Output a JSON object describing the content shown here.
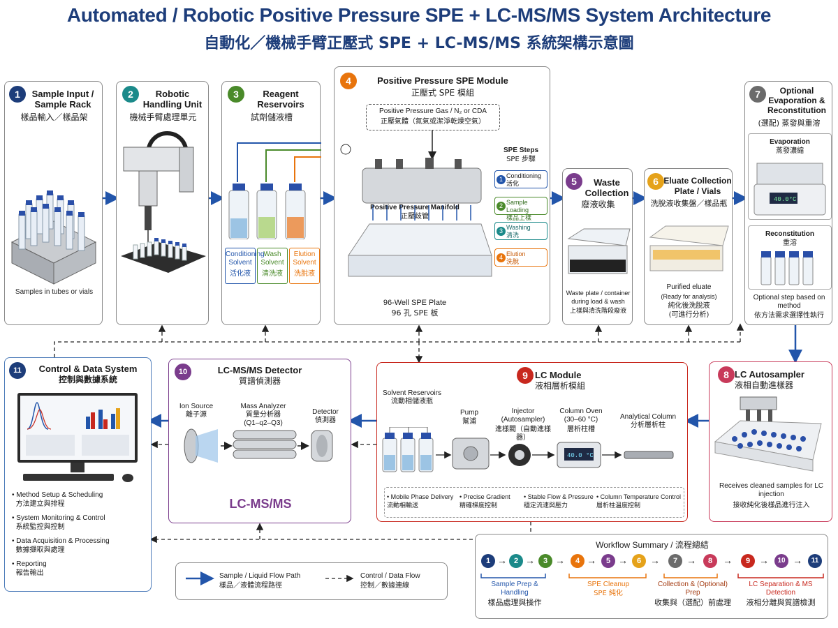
{
  "title": "Automated / Robotic Positive Pressure SPE + LC-MS/MS System Architecture",
  "subtitle": "自動化／機械手臂正壓式 SPE + LC-MS/MS 系統架構示意圖",
  "colors": {
    "navy": "#1d3d7a",
    "teal": "#1b8a8a",
    "green": "#4a8a2a",
    "orange": "#e8740c",
    "purple": "#7a3c8c",
    "gold": "#e5a21a",
    "gray": "#6b6b6b",
    "pink": "#c83a5a",
    "red": "#c8281e",
    "blue": "#2255aa"
  },
  "box1": {
    "num": "1",
    "title_en": "Sample Input / Sample Rack",
    "title_zh": "樣品輸入／樣品架",
    "caption": "Samples in tubes or vials"
  },
  "box2": {
    "num": "2",
    "title_en": "Robotic Handling Unit",
    "title_zh": "機械手臂處理單元"
  },
  "box3": {
    "num": "3",
    "title_en": "Reagent Reservoirs",
    "title_zh": "試劑儲液槽",
    "conditioning_en": "Conditioning Solvent",
    "conditioning_zh": "活化液",
    "wash_en": "Wash Solvent",
    "wash_zh": "清洗液",
    "elution_en": "Elution Solvent",
    "elution_zh": "洗脫液"
  },
  "box4": {
    "num": "4",
    "title_en": "Positive Pressure SPE Module",
    "title_zh": "正壓式 SPE 模組",
    "gas_en": "Positive Pressure Gas / N₂ or CDA",
    "gas_zh": "正壓氣體（氮氣或潔淨乾燥空氣）",
    "manifold_en": "Positive Pressure Manifold",
    "manifold_zh": "正壓歧管",
    "plate_en": "96-Well SPE Plate",
    "plate_zh": "96 孔 SPE 板",
    "steps_title_en": "SPE Steps",
    "steps_title_zh": "SPE 步驟",
    "steps": [
      {
        "n": "1",
        "en": "Conditioning",
        "zh": "活化"
      },
      {
        "n": "2",
        "en": "Sample Loading",
        "zh": "樣品上樣"
      },
      {
        "n": "3",
        "en": "Washing",
        "zh": "清洗"
      },
      {
        "n": "4",
        "en": "Elution",
        "zh": "洗脫"
      }
    ]
  },
  "box5": {
    "num": "5",
    "title_en": "Waste Collection",
    "title_zh": "廢液收集",
    "caption_en": "Waste plate / container during load & wash",
    "caption_zh": "上樣與清洗階段廢液"
  },
  "box6": {
    "num": "6",
    "title_en": "Eluate Collection Plate / Vials",
    "title_zh": "洗脫液收集盤／樣品瓶",
    "caption_en": "Purified eluate",
    "caption_en2": "(Ready for analysis)",
    "caption_zh": "純化後洗脫液",
    "caption_zh2": "(可進行分析)"
  },
  "box7": {
    "num": "7",
    "title_en": "Optional Evaporation & Reconstitution",
    "title_zh": "(選配) 蒸發與重溶",
    "evap_en": "Evaporation",
    "evap_zh": "蒸發濃縮",
    "recon_en": "Reconstitution",
    "recon_zh": "重溶",
    "note_en": "Optional step based on method",
    "note_zh": "依方法需求選擇性執行",
    "display": "40.0°C"
  },
  "box8": {
    "num": "8",
    "title_en": "LC Autosampler",
    "title_zh": "液相自動進樣器",
    "caption_en": "Receives cleaned samples for LC injection",
    "caption_zh": "接收純化後樣品進行注入"
  },
  "box9": {
    "num": "9",
    "title_en": "LC Module",
    "title_zh": "液相層析模組",
    "reservoirs_en": "Solvent Reservoirs",
    "reservoirs_zh": "流動相儲液瓶",
    "pump_en": "Pump",
    "pump_zh": "幫浦",
    "injector_en": "Injector (Autosampler)",
    "injector_zh": "進樣閥（自動進樣器）",
    "oven_en": "Column Oven (30–60 °C)",
    "oven_zh": "層析柱槽",
    "oven_display": "40.0 °C",
    "column_en": "Analytical Column",
    "column_zh": "分析層析柱",
    "features": [
      {
        "en": "Mobile Phase Delivery",
        "zh": "流動相輸送"
      },
      {
        "en": "Precise Gradient",
        "zh": "精確梯度控制"
      },
      {
        "en": "Stable Flow & Pressure",
        "zh": "穩定流速與壓力"
      },
      {
        "en": "Column Temperature Control",
        "zh": "層析柱溫度控制"
      }
    ]
  },
  "box10": {
    "num": "10",
    "title_en": "LC-MS/MS Detector",
    "title_zh": "質譜偵測器",
    "ion_en": "Ion Source",
    "ion_zh": "離子源",
    "mass_en": "Mass Analyzer",
    "mass_zh": "質量分析器",
    "mass_sub": "(Q1–q2–Q3)",
    "det_en": "Detector",
    "det_zh": "偵測器",
    "big": "LC-MS/MS"
  },
  "box11": {
    "num": "11",
    "title_en": "Control & Data System",
    "title_zh": "控制與數據系統",
    "items": [
      {
        "en": "Method Setup & Scheduling",
        "zh": "方法建立與排程"
      },
      {
        "en": "System Monitoring & Control",
        "zh": "系統監控與控制"
      },
      {
        "en": "Data Acquisition & Processing",
        "zh": "數據擷取與處理"
      },
      {
        "en": "Reporting",
        "zh": "報告輸出"
      }
    ]
  },
  "legend": {
    "flow_en": "Sample / Liquid Flow Path",
    "flow_zh": "樣品／液體流程路徑",
    "ctrl_en": "Control / Data Flow",
    "ctrl_zh": "控制／數據連線"
  },
  "workflow": {
    "title": "Workflow Summary / 流程總結",
    "nums": [
      "1",
      "2",
      "3",
      "4",
      "5",
      "6",
      "7",
      "8",
      "9",
      "10",
      "11"
    ],
    "groups": [
      {
        "en": "Sample Prep & Handling",
        "zh": "樣品處理與操作"
      },
      {
        "en": "SPE Cleanup",
        "zh": "SPE 純化"
      },
      {
        "en": "Collection & (Optional) Prep",
        "zh": "收集與（選配）前處理"
      },
      {
        "en": "LC Separation & MS Detection",
        "zh": "液相分離與質譜檢測"
      }
    ]
  }
}
